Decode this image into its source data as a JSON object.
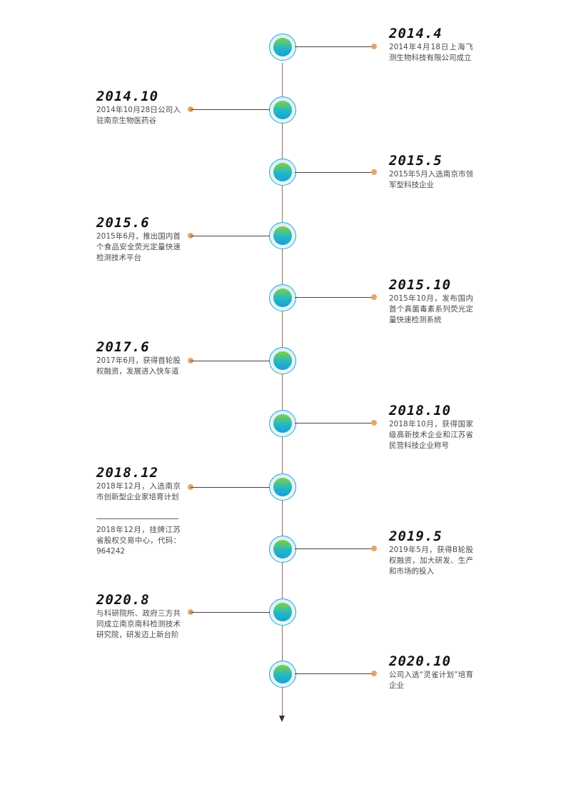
{
  "events": [
    {
      "year": "2014.4",
      "desc": "2014年4月18日上海飞测生物科技有限公司成立"
    },
    {
      "year": "2014.10",
      "desc": "2014年10月28日公司入驻南京生物医药谷"
    },
    {
      "year": "2015.5",
      "desc": "2015年5月入选南京市领军型科技企业"
    },
    {
      "year": "2015.6",
      "desc": "2015年6月，推出国内首个食品安全荧光定量快速检测技术平台"
    },
    {
      "year": "2015.10",
      "desc": "2015年10月，发布国内首个真菌毒素系列荧光定量快速检测系统"
    },
    {
      "year": "2017.6",
      "desc": "2017年6月，获得首轮股权融资，发展进入快车道"
    },
    {
      "year": "2018.10",
      "desc": "2018年10月，获得国家级高新技术企业和江苏省民营科技企业称号"
    },
    {
      "year": "2018.12",
      "desc": "2018年12月，入选南京市创新型企业家培育计划",
      "extra": "2018年12月，挂牌江苏省股权交易中心，代码：964242"
    },
    {
      "year": "2019.5",
      "desc": "2019年5月，获得B轮股权融资，加大研发、生产和市场的投入"
    },
    {
      "year": "2020.8",
      "desc": "与科研院所、政府三方共同成立南京南科检测技术研究院，研发迈上新台阶"
    },
    {
      "year": "2020.10",
      "desc": "公司入选“灵雀计划”培育企业"
    }
  ],
  "colors": {
    "node_ring": "#1fa8d8",
    "node_core_top": "#7ed040",
    "node_core_bottom": "#1a9fd8",
    "connector_dot": "#e3a56c",
    "axis": "#8a7060"
  }
}
